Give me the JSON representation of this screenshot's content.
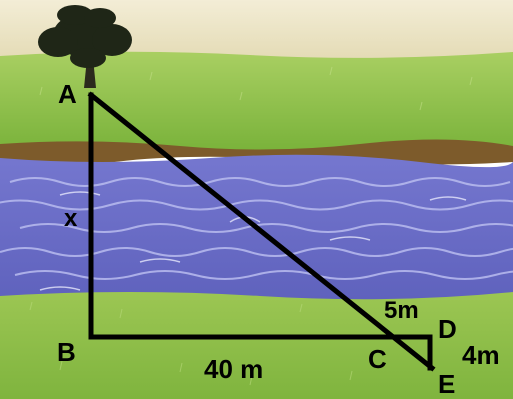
{
  "labels": {
    "point_a": "A",
    "point_b": "B",
    "point_c": "C",
    "point_d": "D",
    "point_e": "E",
    "side_ab": "x",
    "side_bc": "40 m",
    "side_cd": "5m",
    "side_de": "4m"
  },
  "colors": {
    "sky": "#ebe4c4",
    "grass": "#8cbf45",
    "grass_dark": "#6ea534",
    "river": "#6e70c8",
    "river_light": "#9fa2e2",
    "bank": "#7a5a2a",
    "tree": "#1e2416",
    "line": "#000000"
  }
}
